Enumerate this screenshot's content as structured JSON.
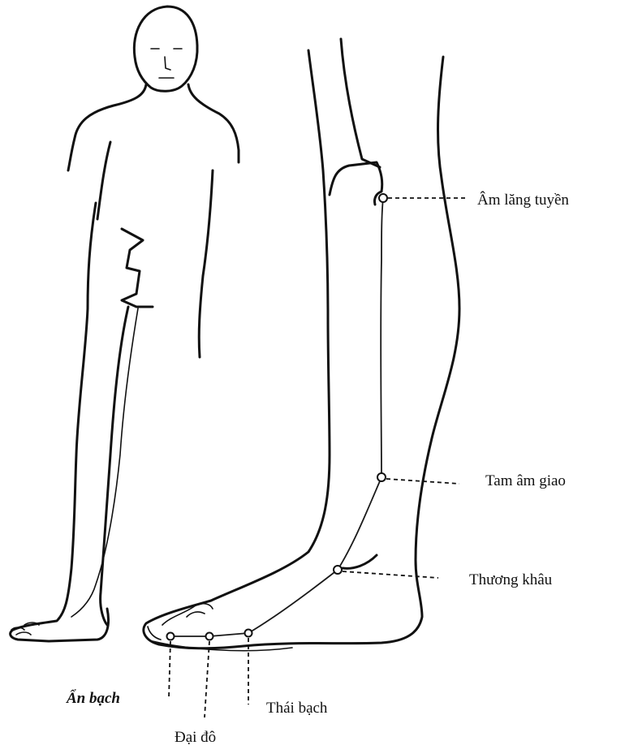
{
  "points": [
    {
      "id": "am-lang-tuyen",
      "label": "Âm lăng tuyền"
    },
    {
      "id": "tam-am-giao",
      "label": "Tam âm giao"
    },
    {
      "id": "thuong-khau",
      "label": "Thương khâu"
    },
    {
      "id": "an-bach",
      "label": "Ẩn bạch"
    },
    {
      "id": "dai-do",
      "label": "Đại đô"
    },
    {
      "id": "thai-bach",
      "label": "Thái bạch"
    }
  ],
  "colors": {
    "ink": "#111111",
    "paper": "#ffffff"
  }
}
